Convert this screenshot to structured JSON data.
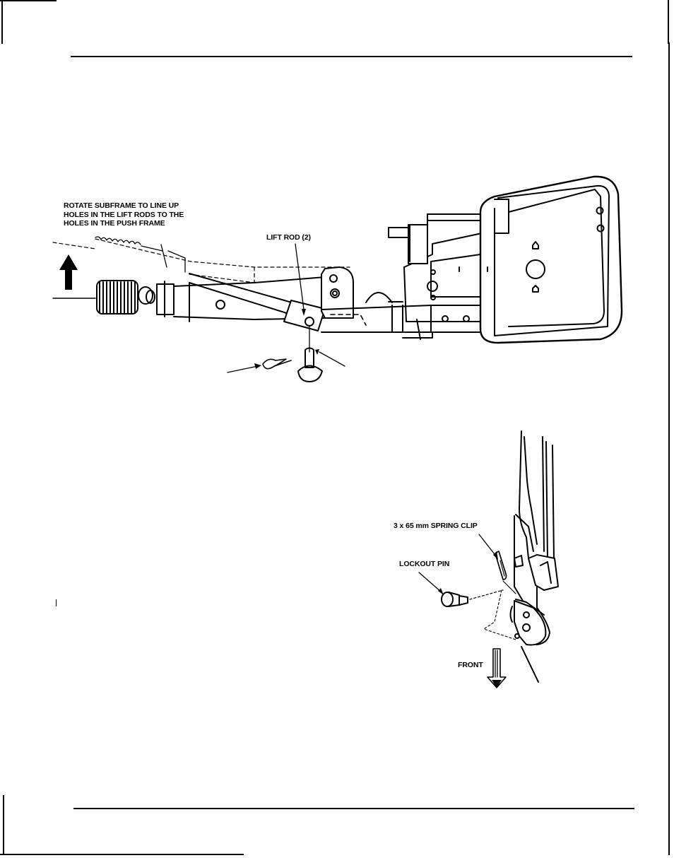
{
  "figure_top": {
    "instruction": [
      "ROTATE SUBFRAME TO LINE UP",
      "HOLES IN THE LIFT RODS TO THE",
      "HOLES IN THE PUSH FRAME"
    ],
    "lift_rod_label": "LIFT ROD (2)"
  },
  "figure_bottom": {
    "spring_clip_label": "3 x 65 mm SPRING CLIP",
    "lockout_pin_label": "LOCKOUT PIN",
    "front_label": "FRONT"
  }
}
